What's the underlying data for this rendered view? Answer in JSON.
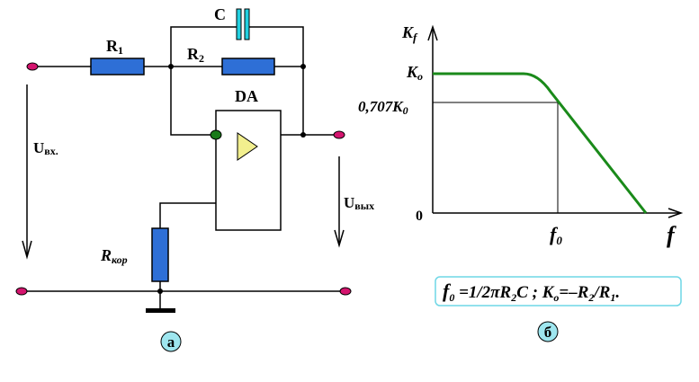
{
  "circuit": {
    "capacitor_label": "C",
    "r1_main": "R",
    "r1_sub": "1",
    "r2_main": "R",
    "r2_sub": "2",
    "amp_label": "DA",
    "uin_main": "U",
    "uin_sub": "вх.",
    "uout_main": "U",
    "uout_sub": "вых",
    "rkor_main": "R",
    "rkor_sub": "кор",
    "panel_label": "а"
  },
  "graph": {
    "y_axis_main": "K",
    "y_axis_sub": "f",
    "k0_main": "K",
    "k0_sub": "o",
    "level_main": "0,707K",
    "level_sub": "0",
    "origin": "0",
    "f0_main": "f",
    "f0_sub": "0",
    "x_axis": "f",
    "panel_label": "б"
  },
  "formula": {
    "f_main": "f",
    "f_sub": "0",
    "part1": " =1/2πR",
    "part1_sub": "2",
    "part2": "C ; K",
    "part2_sub": "o",
    "part3": "=–R",
    "part3_sub": "2",
    "part4": "/R",
    "part4_sub": "1",
    "part5": "."
  },
  "colors": {
    "resistor": "#2e6fd6",
    "capacitor": "#22d0e0",
    "terminal": "#d4146e",
    "inverting_input": "#1a7a1a",
    "amp_triangle": "#f2ef8e",
    "response_curve": "#1a8a1a",
    "badge_fill": "#9ee6ef"
  },
  "chart_data": {
    "type": "line",
    "title": "",
    "xlabel": "f",
    "ylabel": "Kf",
    "series": [
      {
        "points": [
          [
            "0",
            "K0"
          ],
          [
            "~0.6 f0",
            "K0"
          ],
          [
            "f0",
            "0,707K0"
          ],
          [
            "~1.6 f0",
            "0"
          ]
        ]
      }
    ],
    "annotations": [
      "Ko",
      "0,707K0",
      "f0",
      "0"
    ]
  }
}
